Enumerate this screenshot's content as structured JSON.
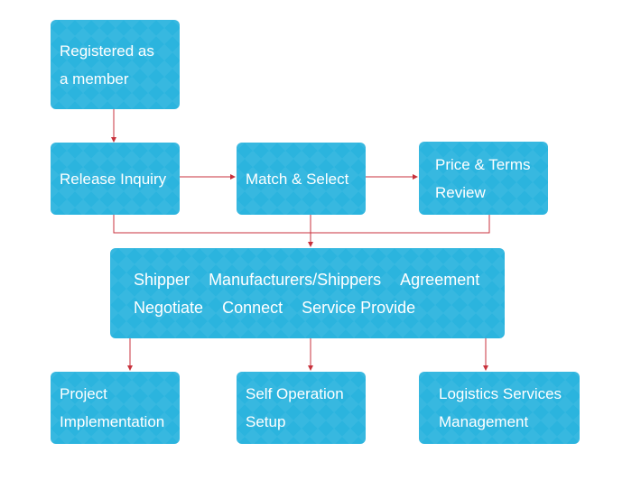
{
  "colors": {
    "node_fill": "#2bb4de",
    "node_text": "#ffffff",
    "connector": "#c8323c"
  },
  "nodes": {
    "registered": {
      "line1": "Registered as",
      "line2": "a member"
    },
    "release": {
      "label": "Release Inquiry"
    },
    "match": {
      "label": "Match & Select"
    },
    "price": {
      "line1": "Price & Terms",
      "line2": "Review"
    },
    "hub": {
      "row1": [
        "Shipper",
        "Manufacturers/Shippers",
        "Agreement"
      ],
      "row2": [
        "Negotiate",
        "Connect",
        "Service Provide"
      ]
    },
    "project": {
      "line1": "Project",
      "line2": "Implementation"
    },
    "self_op": {
      "line1": "Self Operation",
      "line2": "Setup"
    },
    "logistics": {
      "line1": "Logistics Services",
      "line2": "Management"
    }
  }
}
